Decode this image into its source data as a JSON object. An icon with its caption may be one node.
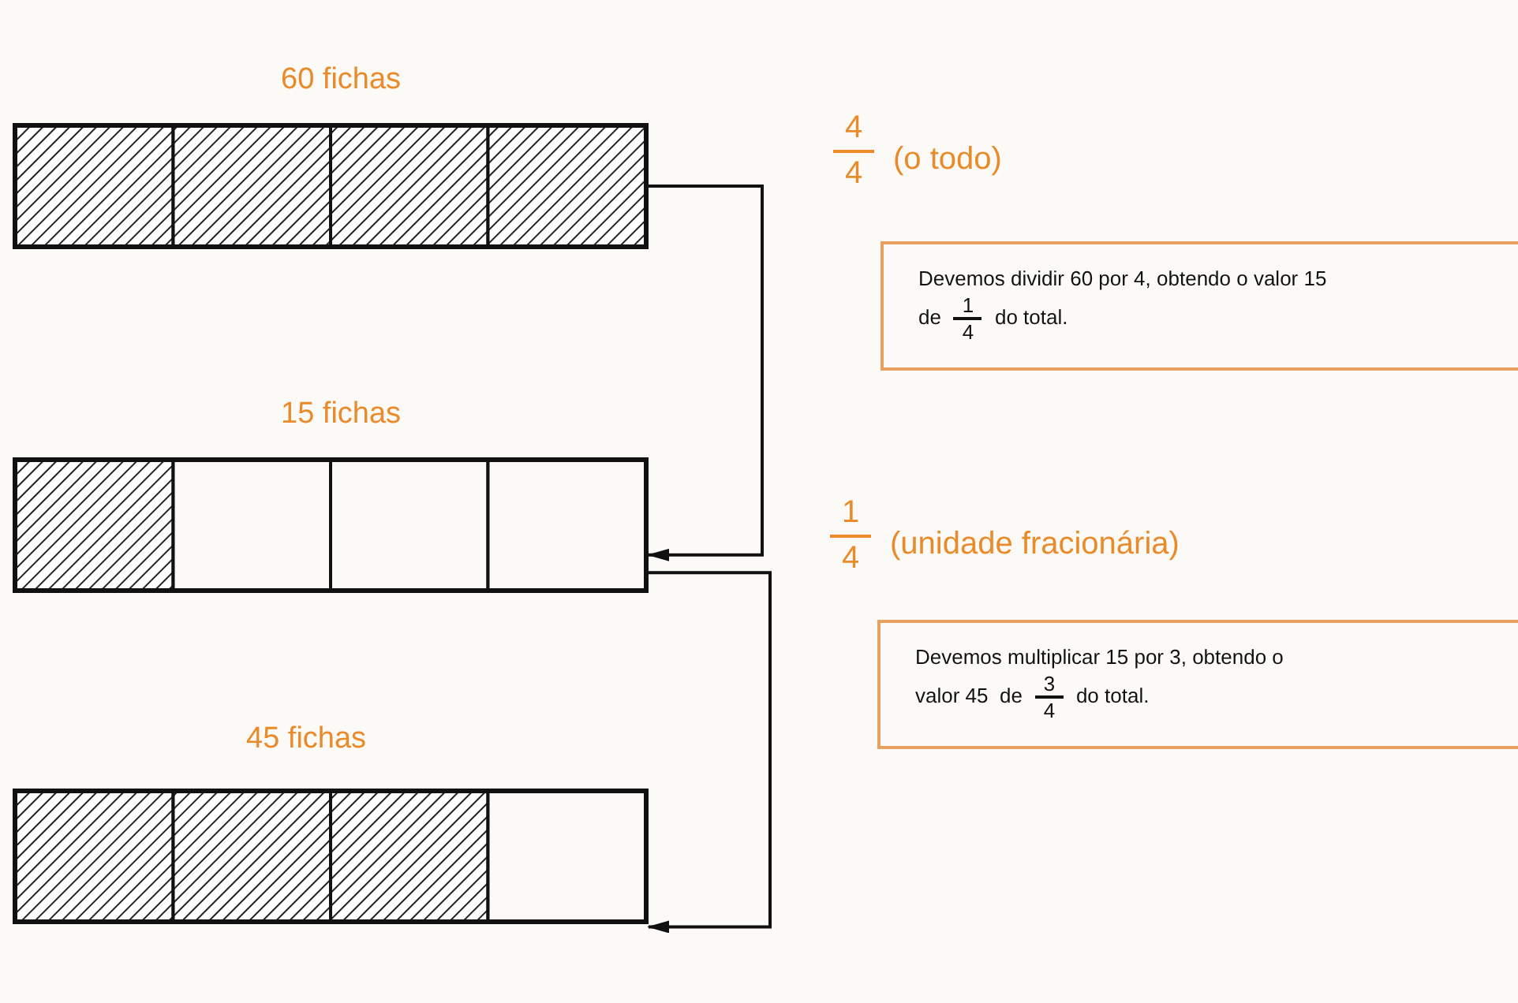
{
  "diagram": {
    "nodes": [
      {
        "text": [
          "60 fichas"
        ]
      },
      {
        "text": [
          "15 fichas"
        ]
      },
      {
        "text": [
          "45 fichas"
        ]
      },
      {
        "text": [
          "Devemos dividir 60 por 4, obtendo o valor 15",
          "de",
          "1",
          "4",
          "do total."
        ]
      },
      {
        "text": [
          "Devemos multiplicar 15 por 3, obtendo o",
          "valor 45  de",
          "3",
          "4",
          "do total."
        ]
      }
    ],
    "edges": [
      {
        "from": 0,
        "to": 1,
        "arrow": "to"
      },
      {
        "from": 1,
        "to": 2,
        "arrow": "to"
      }
    ],
    "labels": [
      "4",
      "4",
      "(o todo)",
      "1",
      "4",
      "(unidade fracionária)"
    ]
  }
}
